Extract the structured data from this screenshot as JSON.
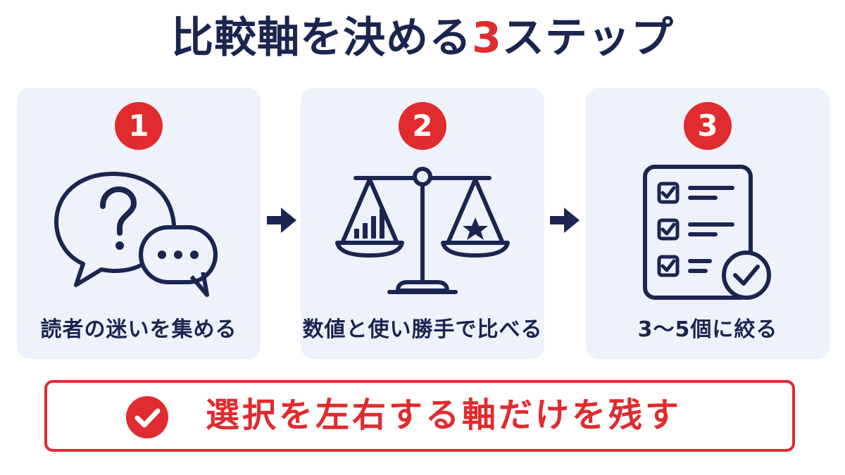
{
  "title": {
    "prefix": "比較軸を決める",
    "accent": "3",
    "suffix": "ステップ"
  },
  "steps": [
    {
      "number": "1",
      "label": "読者の迷いを集める",
      "icon": "question-speech-bubbles-icon"
    },
    {
      "number": "2",
      "label": "数値と使い勝手で比べる",
      "icon": "balance-scale-icon"
    },
    {
      "number": "3",
      "label": "3〜5個に絞る",
      "icon": "checklist-icon"
    }
  ],
  "callout": {
    "text": "選択を左右する軸だけを残す",
    "icon": "check-circle-icon"
  },
  "colors": {
    "navy": "#1b2550",
    "red": "#e02b2f",
    "card_bg": "#edf2fb"
  }
}
